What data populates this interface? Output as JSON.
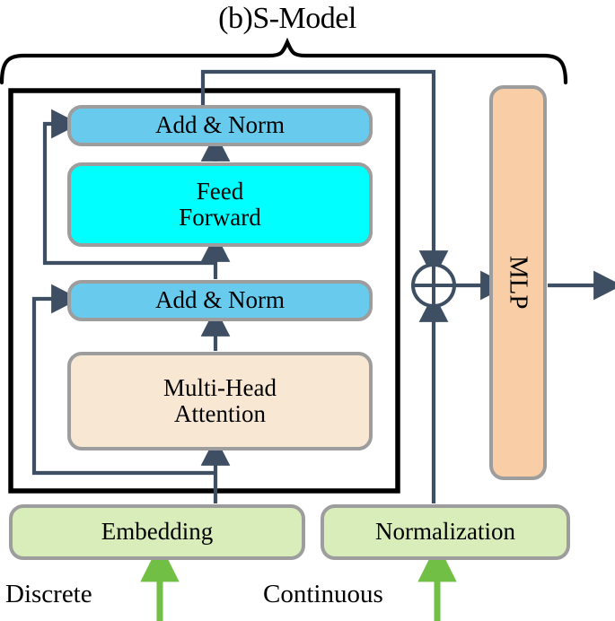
{
  "figure": {
    "title": "(b)S-Model",
    "brace": "curly-brace-grouping-encoder-and-mlp"
  },
  "colors": {
    "add_norm_fill": "#68cbee",
    "feed_forward_fill": "#00ffff",
    "attention_fill": "#f8e8d3",
    "green_block_fill": "#d9edbb",
    "mlp_fill": "#f9cea6",
    "box_border": "#9d9d9d",
    "arrow": "#3e4f63",
    "green_arrow": "#71bf44",
    "outer_border": "#000000"
  },
  "blocks": {
    "add_norm_top": "Add & Norm",
    "feed_forward": "Feed\nForward",
    "add_norm_bottom": "Add & Norm",
    "multi_head_attention": "Multi-Head\nAttention",
    "embedding": "Embedding",
    "normalization": "Normalization",
    "mlp": "MLP"
  },
  "inputs": {
    "discrete": "Discrete",
    "continuous": "Continuous"
  },
  "operators": {
    "sum": "⊕"
  },
  "flow": {
    "discrete_path": [
      "Discrete",
      "Embedding",
      "Multi-Head Attention",
      "Add & Norm",
      "Feed Forward",
      "Add & Norm"
    ],
    "continuous_path": [
      "Continuous",
      "Normalization",
      "⊕"
    ],
    "merge": [
      "Add & Norm (top)",
      "⊕",
      "MLP",
      "output"
    ],
    "residuals": [
      "Multi-Head Attention input → Add & Norm (bottom)",
      "Feed Forward input → Add & Norm (top)"
    ]
  }
}
